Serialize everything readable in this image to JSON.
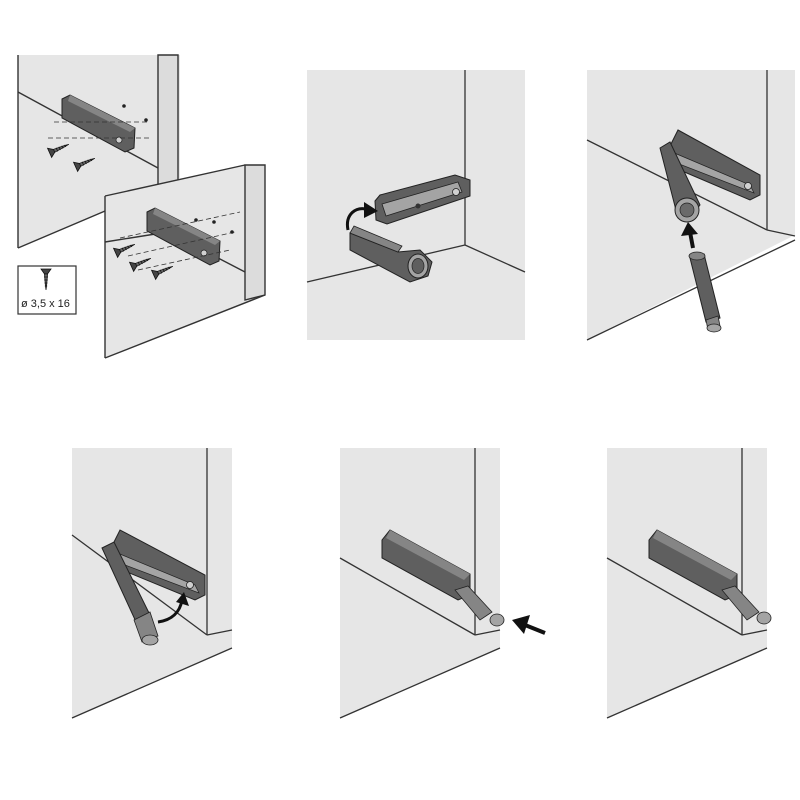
{
  "colors": {
    "panel_fill": "#e6e6e6",
    "panel_side": "#dcdcdc",
    "line": "#333333",
    "part_dark": "#5f5f5f",
    "part_mid": "#858585",
    "part_light": "#a4a4a4",
    "arrow": "#111111",
    "background": "#ffffff"
  },
  "screw_spec": {
    "icon": "screw-icon",
    "label": "ø 3,5 x 16"
  },
  "steps": [
    {
      "id": "step-1",
      "action": "screw-mounting-base",
      "icons": [
        "screw-icon",
        "mounting-base-icon"
      ]
    },
    {
      "id": "step-2",
      "action": "attach-clip-adapter",
      "icons": [
        "clip-adapter-icon",
        "curved-arrow-icon"
      ]
    },
    {
      "id": "step-3",
      "action": "insert-push-latch",
      "icons": [
        "push-latch-icon",
        "up-arrow-icon"
      ]
    },
    {
      "id": "step-4",
      "action": "rotate-into-base",
      "icons": [
        "push-latch-icon",
        "curved-arrow-icon"
      ]
    },
    {
      "id": "step-5",
      "action": "press-to-lock",
      "icons": [
        "push-latch-icon",
        "push-arrow-icon"
      ]
    },
    {
      "id": "step-6",
      "action": "installed-result",
      "icons": [
        "push-latch-icon"
      ]
    }
  ]
}
